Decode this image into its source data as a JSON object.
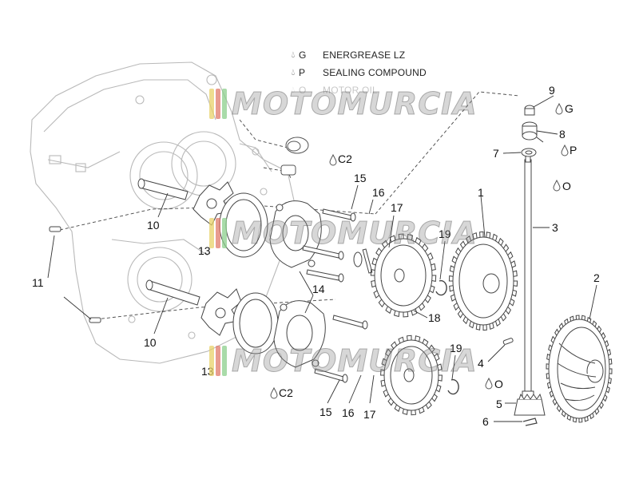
{
  "legend": [
    {
      "code": "G",
      "text": "ENERGREASE LZ",
      "faded": false
    },
    {
      "code": "P",
      "text": "SEALING COMPOUND",
      "faded": false
    },
    {
      "code": "O",
      "text": "MOTOR OIL",
      "faded": true
    }
  ],
  "watermark": {
    "text": "MOTOMURCIA",
    "stripe_colors": [
      "#e8d26a",
      "#e07a6a",
      "#8ccf8c"
    ]
  },
  "callouts": [
    {
      "id": "c9",
      "num": "9"
    },
    {
      "id": "c9g",
      "num": "G"
    },
    {
      "id": "c8",
      "num": "8"
    },
    {
      "id": "c8p",
      "num": "P"
    },
    {
      "id": "c7",
      "num": "7"
    },
    {
      "id": "c3o",
      "num": "O"
    },
    {
      "id": "c1",
      "num": "1"
    },
    {
      "id": "c3",
      "num": "3"
    },
    {
      "id": "c2",
      "num": "2"
    },
    {
      "id": "c4",
      "num": "4"
    },
    {
      "id": "c5o",
      "num": "O"
    },
    {
      "id": "c5",
      "num": "5"
    },
    {
      "id": "c6",
      "num": "6"
    },
    {
      "id": "c19a",
      "num": "19"
    },
    {
      "id": "c19b",
      "num": "19"
    },
    {
      "id": "c18",
      "num": "18"
    },
    {
      "id": "c17a",
      "num": "17"
    },
    {
      "id": "c17b",
      "num": "17"
    },
    {
      "id": "c16a",
      "num": "16"
    },
    {
      "id": "c16b",
      "num": "16"
    },
    {
      "id": "c15a",
      "num": "15"
    },
    {
      "id": "c15b",
      "num": "15"
    },
    {
      "id": "c14",
      "num": "14"
    },
    {
      "id": "c13a",
      "num": "13"
    },
    {
      "id": "c13b",
      "num": "13"
    },
    {
      "id": "c12a",
      "num": "C2"
    },
    {
      "id": "c12b",
      "num": "C2"
    },
    {
      "id": "c10a",
      "num": "10"
    },
    {
      "id": "c10b",
      "num": "10"
    },
    {
      "id": "c11",
      "num": "11"
    }
  ]
}
